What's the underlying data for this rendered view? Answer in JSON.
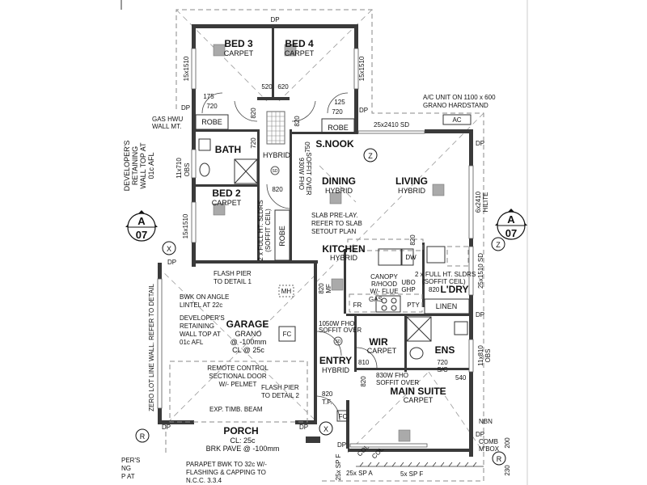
{
  "rooms": {
    "bed3": {
      "name": "BED 3",
      "floor": "CARPET"
    },
    "bed4": {
      "name": "BED 4",
      "floor": "CARPET"
    },
    "bath": {
      "name": "BATH"
    },
    "hall_floor": "HYBRID",
    "bed2": {
      "name": "BED 2",
      "floor": "CARPET"
    },
    "snook": {
      "name": "S.NOOK"
    },
    "dining": {
      "name": "DINING",
      "floor": "HYBRID"
    },
    "living": {
      "name": "LIVING",
      "floor": "HYBRID"
    },
    "kitchen": {
      "name": "KITCHEN",
      "floor": "HYBRID"
    },
    "laundry": {
      "name": "L'DRY"
    },
    "linen": {
      "name": "LINEN"
    },
    "garage": {
      "name": "GARAGE",
      "floor": "GRANO",
      "level": "@ -100mm",
      "cl": "CL @ 25c"
    },
    "wir": {
      "name": "WIR",
      "floor": "CARPET"
    },
    "ens": {
      "name": "ENS"
    },
    "entry": {
      "name": "ENTRY",
      "floor": "HYBRID"
    },
    "main_suite": {
      "name": "MAIN SUITE",
      "floor": "CARPET"
    },
    "porch": {
      "name": "PORCH",
      "cl": "CL: 25c",
      "paving": "BRK PAVE @ -100mm"
    },
    "robe": "ROBE"
  },
  "labels": {
    "dp": "DP",
    "win_15x1510": "15x1510",
    "dim_520": "520",
    "dim_620": "620",
    "dim_175": "175",
    "dim_125": "125",
    "dim_720": "720",
    "dim_820": "820",
    "dim_750": "750",
    "dim_810": "810",
    "dim_540": "540",
    "dim_230": "230",
    "dim_200": "200",
    "gas_hwu": [
      "GAS HWU",
      "WALL MT."
    ],
    "ac_note": [
      "A/C UNIT ON 1100 x 600",
      "GRANO HARDSTAND"
    ],
    "ac": "AC",
    "sd_25x2410": "25x2410 SD",
    "win_11x710": "11x710",
    "obs": "OBS",
    "sd": "SD",
    "fho_930": [
      "930W FHO",
      "SOFFIT OVER"
    ],
    "sldrs": [
      "2 x FULL HT. SLDRS",
      "(SOFFIT CEIL)"
    ],
    "dev_wall_left": [
      "DEVELOPER'S",
      "RETAINING",
      "WALL TOP AT",
      "01c AFL"
    ],
    "slab_note": [
      "SLAB PRE-LAY.",
      "REFER TO SLAB",
      "SETOUT PLAN"
    ],
    "hilite": [
      "6x2410",
      "HILITE"
    ],
    "dw": "DW",
    "canopy": [
      "CANOPY",
      "R/HOOD",
      "W/- FLUE"
    ],
    "ubo": [
      "UBO",
      "GHP"
    ],
    "gas": "GAS",
    "fr": "FR",
    "pty": "PTY",
    "sd_25x1510": "25x1510 SD",
    "mf": "MF",
    "mh": "MH",
    "fc": "FC",
    "flash1": [
      "FLASH PIER",
      "TO DETAIL 1"
    ],
    "flash2": [
      "FLASH PIER",
      "TO DETAIL 2"
    ],
    "bwk_angle": [
      "BWK ON ANGLE",
      "LINTEL AT 22c"
    ],
    "dev_wall_garage": [
      "DEVELOPER'S",
      "RETAINING",
      "WALL TOP AT",
      "01c AFL"
    ],
    "remote": [
      "REMOTE CONTROL",
      "SECTIONAL DOOR",
      "W/- PELMET"
    ],
    "beam": "EXP. TIMB. BEAM",
    "zero_lot": "ZERO LOT LINE WALL. REFER TO DETAIL",
    "fho_1050": [
      "1050W FHO",
      "SOFFIT OVER"
    ],
    "fho_830": [
      "830W FHO",
      "SOFFIT OVER"
    ],
    "tf": "T.F.",
    "sc": "S/C",
    "win_11x810": "11x810",
    "nbn": "NBN",
    "comb": [
      "COMB",
      "M'BOX"
    ],
    "col": "COL",
    "sp_a": "25x SP A",
    "sp_f5": "5x SP F",
    "sp_f25": "25x SP F",
    "parapet": [
      "PARAPET BWK TO 32c W/-",
      "FLASHING & CAPPING TO",
      "N.C.C. 3.3.4"
    ],
    "dev_cut": [
      "PER'S",
      "NG",
      "P AT"
    ]
  },
  "markers": {
    "section_letter": "A",
    "section_sheet": "07",
    "x": "X",
    "z": "Z",
    "r": "R"
  }
}
